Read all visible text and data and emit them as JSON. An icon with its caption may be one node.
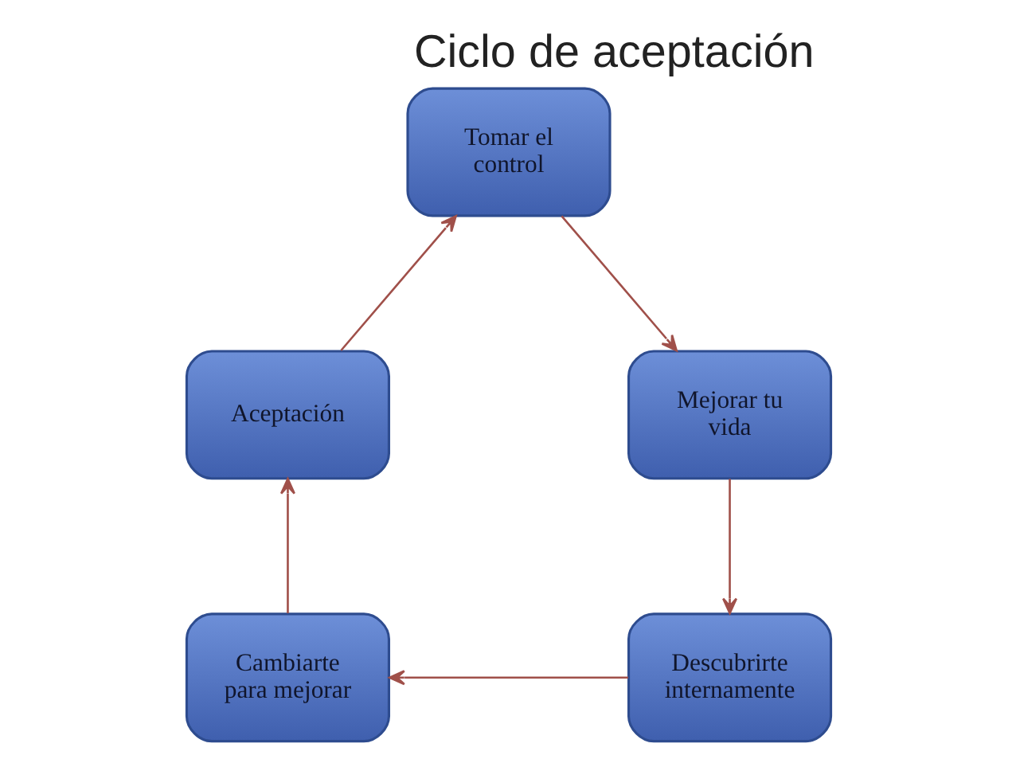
{
  "diagram": {
    "title": "Ciclo de aceptación",
    "nodes": [
      {
        "text": [
          "Tomar el control"
        ]
      },
      {
        "text": [
          "Aceptación"
        ]
      },
      {
        "text": [
          "Mejorar tu vida"
        ]
      },
      {
        "text": [
          "Cambiarte para mejorar"
        ]
      },
      {
        "text": [
          "Descubrirte internamente"
        ]
      }
    ],
    "edges": [
      {
        "from": 0,
        "to": 2,
        "arrow": "to"
      },
      {
        "from": 2,
        "to": 4,
        "arrow": "to"
      },
      {
        "from": 4,
        "to": 3,
        "arrow": "to"
      },
      {
        "from": 3,
        "to": 1,
        "arrow": "to"
      },
      {
        "from": 1,
        "to": 0,
        "arrow": "to"
      }
    ]
  }
}
